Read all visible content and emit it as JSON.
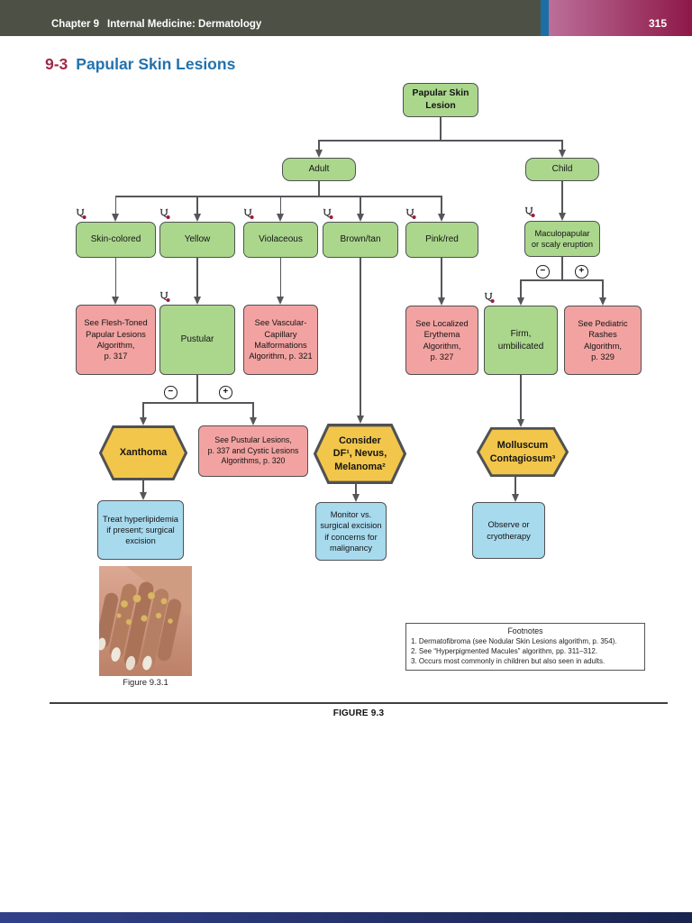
{
  "header": {
    "chapter_label": "Chapter 9",
    "chapter_title": "Internal Medicine: Dermatology",
    "page_number": "315"
  },
  "section": {
    "number": "9-3",
    "title": "Papular Skin Lesions"
  },
  "flowchart": {
    "nodes": {
      "root": {
        "label": "Papular Skin\nLesion"
      },
      "adult": {
        "label": "Adult"
      },
      "child": {
        "label": "Child"
      },
      "skin_colored": {
        "label": "Skin-colored"
      },
      "yellow": {
        "label": "Yellow"
      },
      "violaceous": {
        "label": "Violaceous"
      },
      "brown_tan": {
        "label": "Brown/tan"
      },
      "pink_red": {
        "label": "Pink/red"
      },
      "maculopapular": {
        "label": "Maculopapular\nor scaly eruption"
      },
      "flesh_toned": {
        "label": "See Flesh-Toned\nPapular Lesions\nAlgorithm,\np. 317"
      },
      "pustular": {
        "label": "Pustular"
      },
      "vascular": {
        "label": "See Vascular-\nCapillary\nMalformations\nAlgorithm, p. 321"
      },
      "erythema": {
        "label": "See Localized\nErythema\nAlgorithm,\np. 327"
      },
      "firm": {
        "label": "Firm,\numbilicated"
      },
      "pediatric": {
        "label": "See Pediatric\nRashes\nAlgorithm,\np. 329"
      },
      "xanthoma": {
        "label": "Xanthoma"
      },
      "pustular_lesions": {
        "label": "See Pustular Lesions,\np. 337 and Cystic Lesions\nAlgorithms, p. 320"
      },
      "consider_df": {
        "label": "Consider\nDF¹, Nevus,\nMelanoma²"
      },
      "molluscum": {
        "label": "Molluscum\nContagiosum³"
      },
      "treat": {
        "label": "Treat hyperlipidemia\nif present; surgical\nexcision"
      },
      "monitor": {
        "label": "Monitor vs.\nsurgical excision\nif concerns for\nmalignancy"
      },
      "observe": {
        "label": "Observe or\ncryotherapy"
      }
    },
    "symbols": {
      "minus": "−",
      "plus": "+"
    },
    "icon_names": {
      "stethoscope": "stethoscope-icon"
    }
  },
  "figure": {
    "photo_caption": "Figure 9.3.1",
    "figure_label": "FIGURE 9.3"
  },
  "footnotes": {
    "title": "Footnotes",
    "items": [
      "1. Dermatofibroma (see Nodular Skin Lesions algorithm, p. 354).",
      "2. See “Hyperpigmented Macules” algorithm, pp. 311–312.",
      "3. Occurs most commonly in children but also seen in adults."
    ]
  },
  "colors": {
    "decision_green": "#abd78d",
    "reference_pink": "#f2a3a1",
    "diagnosis_yellow": "#f2c64b",
    "treatment_blue": "#a8daee",
    "header_olive": "#4d5145",
    "header_magenta": "#8e1848",
    "header_accent_blue": "#1c6fa6",
    "title_maroon": "#9e2b47",
    "title_blue": "#2272ae"
  }
}
